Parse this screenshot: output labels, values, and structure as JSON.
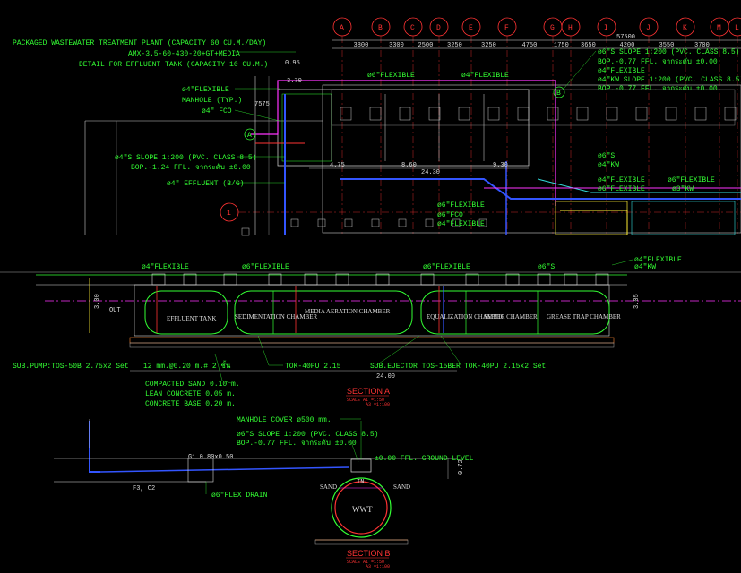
{
  "colors": {
    "bg": "#000000",
    "green": "#33ff33",
    "red": "#ff3333",
    "white": "#dddddd",
    "yellow": "#ffee33",
    "cyan": "#33dddd",
    "blue": "#3355ff",
    "magenta": "#ff33ff",
    "orange": "#ff8833",
    "gray": "#888888"
  },
  "grid": {
    "letters": [
      "A",
      "B",
      "C",
      "D",
      "E",
      "F",
      "G",
      "H",
      "I",
      "J",
      "K",
      "M",
      "L"
    ],
    "dims": [
      "3800",
      "3300",
      "2500",
      "3250",
      "3250",
      "4750",
      "1750",
      "3650",
      "4200",
      "3550",
      "3700"
    ],
    "total": "57500",
    "row": "1"
  },
  "plan": {
    "title1": "PACKAGED WASTEWATER TREATMENT PLANT (CAPACITY 60 CU.M./DAY)",
    "title2": "AMX-3.5-60-430-20+GT+MEDIA",
    "title3": "DETAIL FOR EFFLUENT TANK (CAPACITY 10 CU.M.)",
    "left_labels": [
      "ø4\"FLEXIBLE",
      "MANHOLE (TYP.)",
      "ø4\" FCO"
    ],
    "slope1": "ø4\"S SLOPE 1:200 (PVC. CLASS 8.5)",
    "bop1": "BOP.-1.24 FFL. จากระดับ ±0.00",
    "effluent": "ø4\" EFFLUENT (B/G)",
    "top_flex1": "ø6\"FLEXIBLE",
    "top_flex2": "ø4\"FLEXIBLE",
    "right1": "ø6\"S SLOPE 1:200 (PVC. CLASS 8.5)",
    "right2": "BOP.-0.77 FFL. จากระดับ ±0.00",
    "right3": "ø4\"FLEXIBLE",
    "right4": "ø4\"KW SLOPE 1:200 (PVC. CLASS 8.5)",
    "right5": "BOP.-0.77 FFL. จากระดับ ±0.00",
    "mid_s": "ø6\"S",
    "mid_kw": "ø4\"KW",
    "mid_flex_a": "ø4\"FLEXIBLE",
    "mid_flex_b": "ø6\"FLEXIBLE",
    "mid_flex_c": "ø6\"FLEXIBLE",
    "mid_fco": "ø6\"FCO",
    "mid_flex_d": "ø4\"FLEXIBLE",
    "far_flex": "ø6\"FLEXIBLE",
    "far_kw": "ø3\"KW",
    "dims": [
      "0.95",
      "3.70",
      "4.75",
      "8.60",
      "9.30",
      "24.30",
      "7575",
      "3.00"
    ],
    "markers": [
      "A",
      "B"
    ]
  },
  "section_a": {
    "title": "SECTION A",
    "scale1": "SCALE  A1  =1:50",
    "scale2": "A3  =1:100",
    "flex_labels": [
      "ø4\"FLEXIBLE",
      "ø6\"FLEXIBLE",
      "ø6\"FLEXIBLE",
      "ø6\"S"
    ],
    "right_labels": [
      "ø4\"FLEXIBLE",
      "ø4\"KW"
    ],
    "chambers": [
      "EFFLUENT TANK",
      "SEDIMENTATION CHAMBER",
      "MEDIA AERATION CHAMBER",
      "EQUALIZATION CHAMBER",
      "SEPTIC CHAMBER",
      "GREASE TRAP CHAMBER"
    ],
    "out": "OUT",
    "sub_pump": "SUB.PUMP:TOS-50B 2.75x2 Set",
    "rebar": "12 mm.@0.20 m.# 2 ชั้น",
    "tok1": "TOK-40PU 2.15",
    "ejector": "SUB.EJECTOR TOS-15BER",
    "tok2": "TOK-40PU 2.15x2 Set",
    "length": "24.00",
    "base_labels": [
      "COMPACTED SAND 0.10 m.",
      "LEAN CONCRETE 0.05 m.",
      "CONCRETE BASE 0.20 m."
    ],
    "heights": [
      "3.00",
      "3.05"
    ]
  },
  "section_b": {
    "title": "SECTION B",
    "scale1": "SCALE  A1  =1:50",
    "scale2": "A3  =1:100",
    "manhole": "MANHOLE COVER ø500 mm.",
    "slope": "ø6\"S SLOPE 1:200 (PVC. CLASS 8.5)",
    "bop": "BOP.-0.77 FFL. จากระดับ ±0.00",
    "ground": "±0.00 FFL. GROUND LEVEL",
    "g1": "G1 0.80x0.50",
    "f3": "F3, C2",
    "drain": "ø6\"FLEX DRAIN",
    "sand1": "SAND",
    "sand2": "SAND",
    "wwt": "WWT",
    "in": "IN",
    "h": "0.72"
  }
}
